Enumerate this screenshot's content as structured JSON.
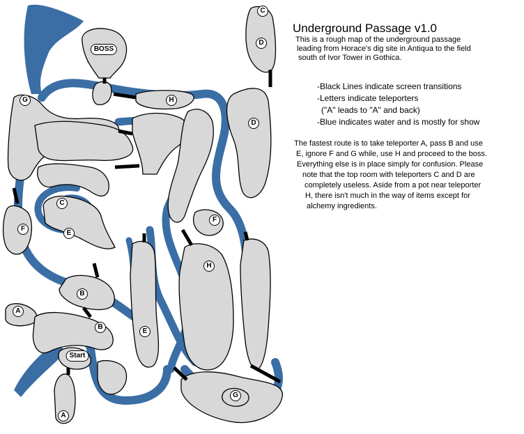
{
  "header": {
    "title": "Underground Passage v1.0",
    "intro_lines": [
      "This is a rough map of the underground passage",
      "leading from Horace's dig site in Antiqua to the field",
      "south of Ivor Tower in Gothica."
    ]
  },
  "legend": {
    "lines": [
      "-Black Lines indicate screen transitions",
      "-Letters indicate teleporters",
      "(\"A\" leads to \"A\" and back)",
      "-Blue indicates water and is mostly for show"
    ]
  },
  "route_notes": {
    "lines": [
      "The fastest route is to take teleporter A, pass B and use",
      "E, ignore F and G while, use H and proceed to the boss.",
      "Everything else is in place simply for confusion. Please",
      "note that the top room with teleporters C and D are",
      "completely useless. Aside from a pot near teleporter",
      "H, there isn't much in the way of items except for",
      "alchemy ingredients."
    ]
  },
  "map": {
    "colors": {
      "water": "#3a6ea5",
      "room": "#d8d8d8",
      "transition": "#000000"
    },
    "markers": {
      "boss": "BOSS",
      "start": "Start",
      "teleporters": [
        "C",
        "D",
        "G",
        "H",
        "D",
        "C",
        "F",
        "E",
        "F",
        "H",
        "B",
        "A",
        "B",
        "E",
        "G",
        "A"
      ]
    }
  }
}
